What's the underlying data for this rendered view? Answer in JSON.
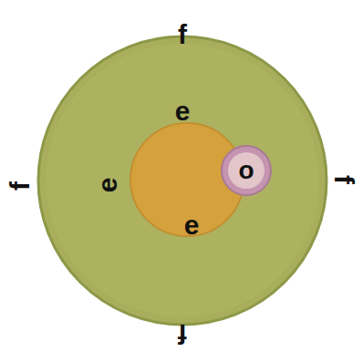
{
  "diagram": {
    "nodes": [
      {
        "text": [
          "o"
        ]
      }
    ],
    "labels": [
      "f",
      "f",
      "f",
      "f",
      "e",
      "e",
      "e"
    ]
  }
}
